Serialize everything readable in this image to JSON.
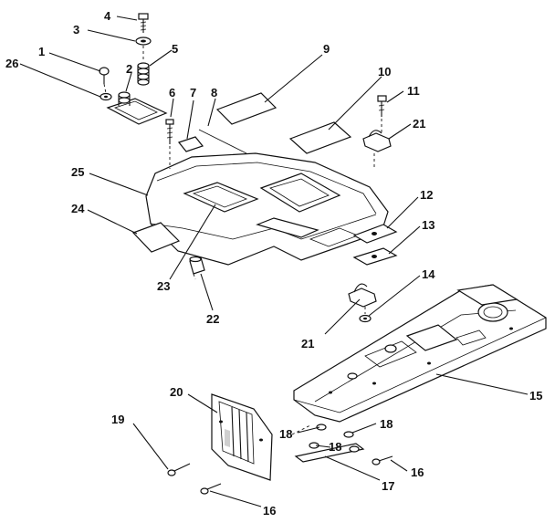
{
  "diagram": {
    "callouts": {
      "c1": "1",
      "c2": "2",
      "c3": "3",
      "c4": "4",
      "c5": "5",
      "c6": "6",
      "c7": "7",
      "c8": "8",
      "c9": "9",
      "c10": "10",
      "c11": "11",
      "c12": "12",
      "c13": "13",
      "c14": "14",
      "c15": "15",
      "c16a": "16",
      "c16b": "16",
      "c17": "17",
      "c18a": "18",
      "c18b": "18",
      "c18c": "18",
      "c19": "19",
      "c20": "20",
      "c21a": "21",
      "c21b": "21",
      "c22": "22",
      "c23": "23",
      "c24": "24",
      "c25": "25",
      "c26": "26"
    }
  }
}
